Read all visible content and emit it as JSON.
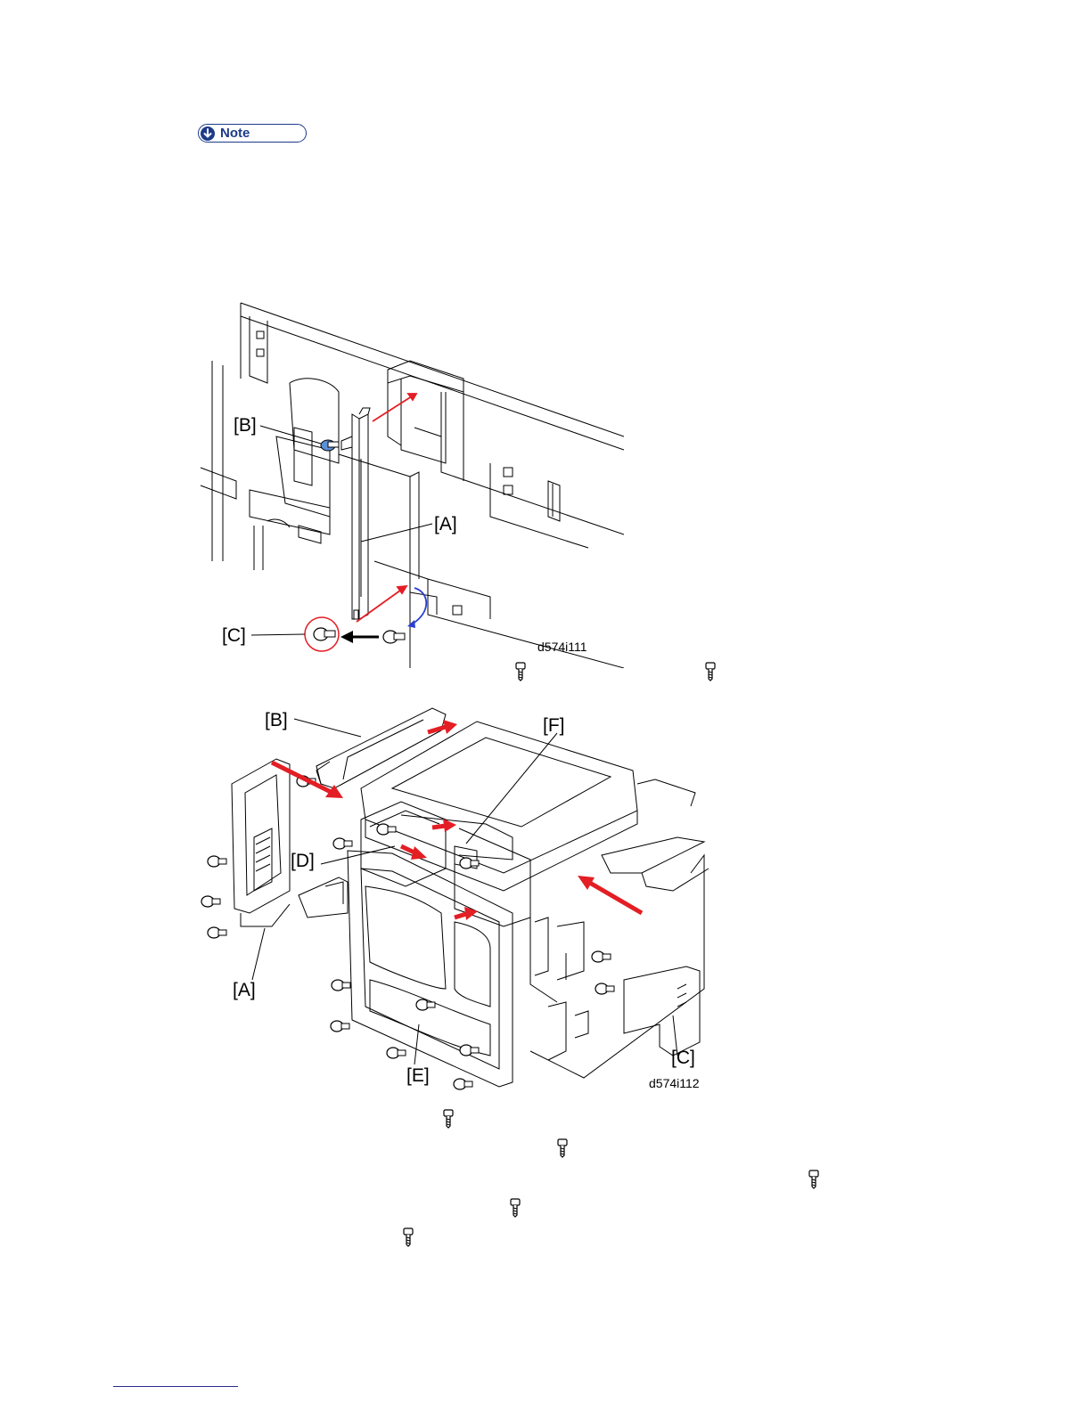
{
  "note": {
    "label": "Note"
  },
  "figure1": {
    "code": "d574i111",
    "labels": {
      "a": "[A]",
      "b": "[B]",
      "c": "[C]"
    }
  },
  "figure2": {
    "code": "d574i112",
    "labels": {
      "a": "[A]",
      "b": "[B]",
      "c": "[C]",
      "d": "[D]",
      "e": "[E]",
      "f": "[F]"
    }
  },
  "icons": {
    "screw": "screw-icon",
    "note": "arrow-down-icon"
  },
  "colors": {
    "note_blue": "#1d3a8a",
    "arrow_red": "#e31e24",
    "arrow_blue": "#2a3fd1",
    "screw_blue": "#5b8fd6",
    "line": "#000000"
  }
}
